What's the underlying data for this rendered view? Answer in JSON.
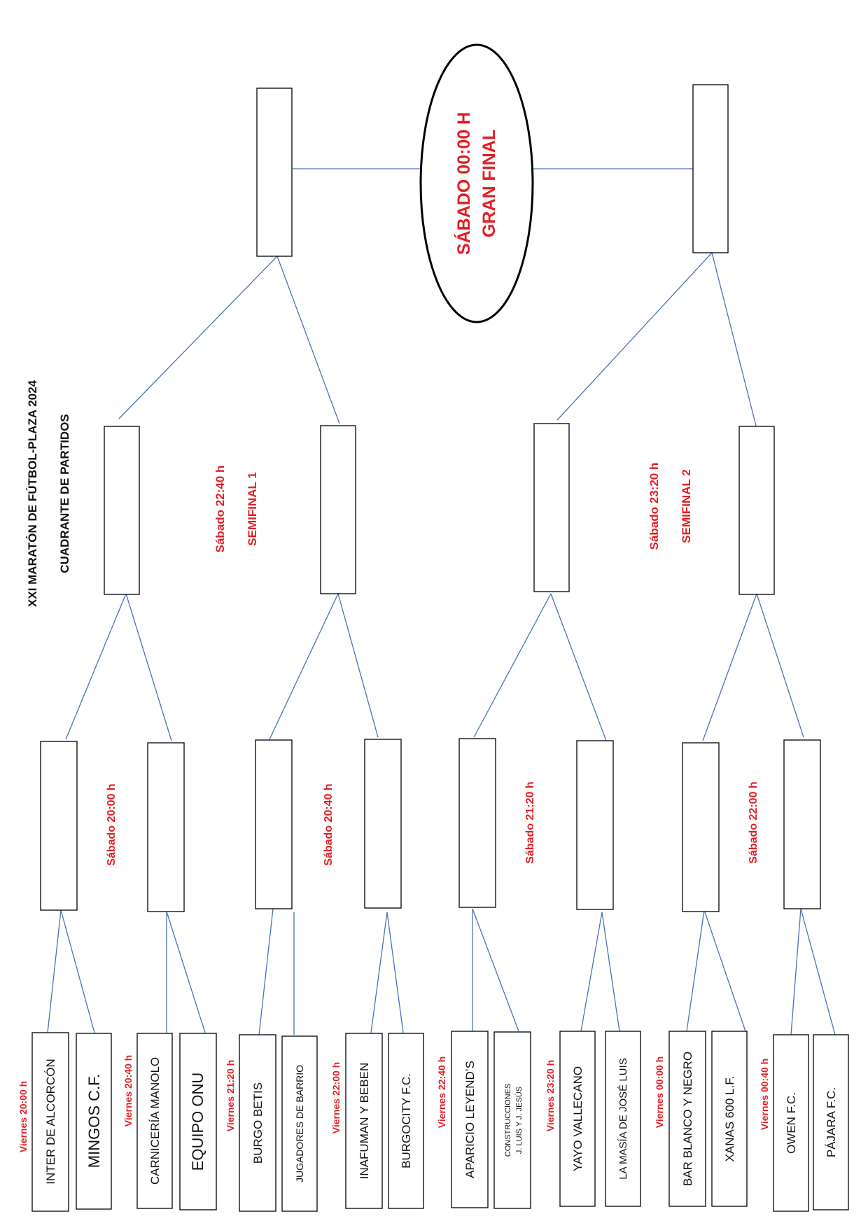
{
  "title": {
    "line1": "XXI MARATÓN DE FÚTBOL-PLAZA 2024",
    "line2": "CUADRANTE DE PARTIDOS"
  },
  "final": {
    "line1": "SÁBADO 00:00 H",
    "line2": "GRAN FINAL"
  },
  "semifinals": [
    {
      "time": "Sábado 22:40 h",
      "label": "SEMIFINAL 1"
    },
    {
      "time": "Sábado 23:20 h",
      "label": "SEMIFINAL 2"
    }
  ],
  "quarterfinals": [
    {
      "time": "Sábado 20:00 h"
    },
    {
      "time": "Sábado 20:40 h"
    },
    {
      "time": "Sábado 21:20 h"
    },
    {
      "time": "Sábado 22:00 h"
    }
  ],
  "first_round": [
    {
      "time": "Viernes 20:00 h",
      "team1": "INTER DE ALCORCÓN",
      "team2": "MINGOS C.F."
    },
    {
      "time": "Viernes 20:40 h",
      "team1": "CARNICERÍA MANOLO",
      "team2": "EQUIPO ONU"
    },
    {
      "time": "Viernes 21:20 h",
      "team1": "BURGO BETIS",
      "team2": "JUGADORES DE BARRIO"
    },
    {
      "time": "Viernes 22:00 h",
      "team1": "INAFUMAN Y BEBEN",
      "team2": "BURGOCITY F.C."
    },
    {
      "time": "Viernes 22:40 h",
      "team1": "APARICIO LEYEND’S",
      "team2_line1": "CONSTRUCCIONES",
      "team2_line2": "J. LUIS Y J. JESÚS"
    },
    {
      "time": "Viernes 23:20 h",
      "team1": "YAYO VALLECANO",
      "team2": "LA MASÍA DE JOSÉ LUIS"
    },
    {
      "time": "Viernes 00:00 h",
      "team1": "BAR BLANCO Y NEGRO",
      "team2": "XANAS 600 L.F."
    },
    {
      "time": "Viernes 00:40 h",
      "team1": "OWEN F.C.",
      "team2": "PÁJARA F.C."
    }
  ],
  "colors": {
    "accent": "#e31e24",
    "connector": "#4a72b8",
    "border": "#000000"
  }
}
